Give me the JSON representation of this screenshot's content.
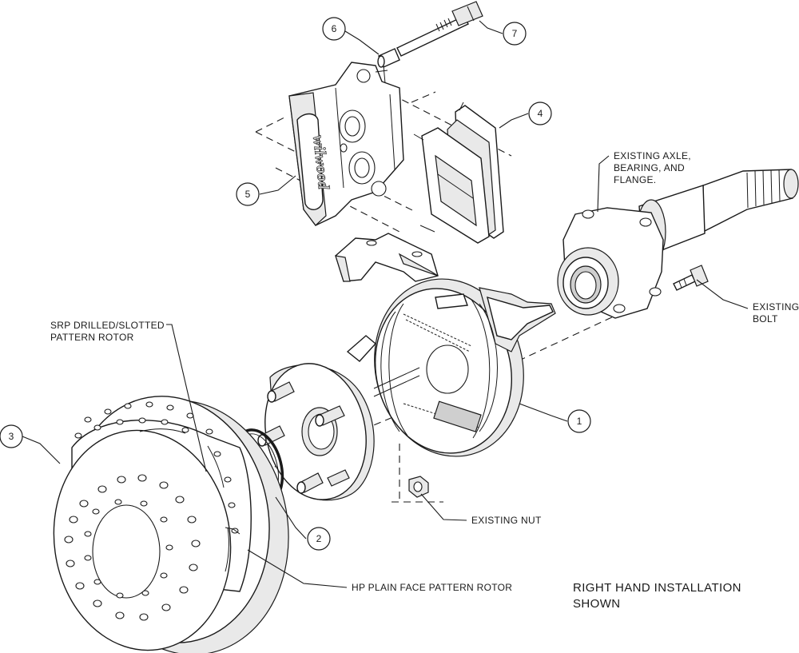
{
  "bubbles": {
    "b1": "1",
    "b2": "2",
    "b3": "3",
    "b4": "4",
    "b5": "5",
    "b6": "6",
    "b7": "7"
  },
  "labels": {
    "existing_axle": [
      "EXISTING AXLE,",
      "BEARING, AND",
      "FLANGE."
    ],
    "existing_bolt": [
      "EXISTING",
      "BOLT"
    ],
    "srp_rotor": [
      "SRP DRILLED/SLOTTED",
      "PATTERN ROTOR"
    ],
    "existing_nut": "EXISTING NUT",
    "hp_rotor": "HP PLAIN FACE PATTERN ROTOR"
  },
  "note": [
    "RIGHT HAND INSTALLATION",
    "SHOWN"
  ],
  "caliper_logo": "wilwood"
}
